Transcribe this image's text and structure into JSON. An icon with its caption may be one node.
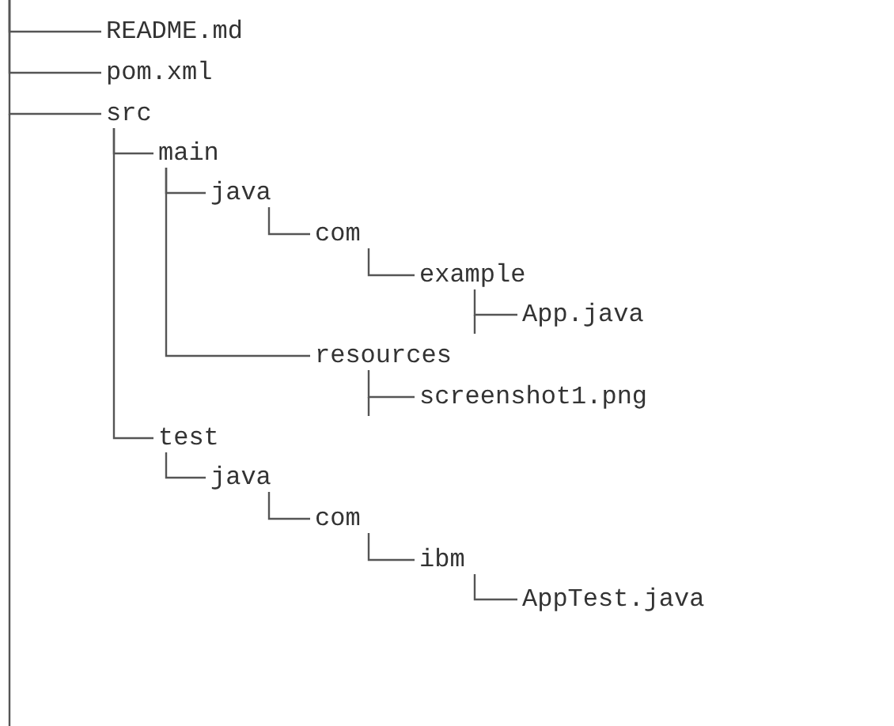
{
  "diagram": {
    "nodes": [
      {
        "text": [
          "README.md"
        ]
      },
      {
        "text": [
          "pom.xml"
        ]
      },
      {
        "text": [
          "src"
        ]
      },
      {
        "text": [
          "main"
        ]
      },
      {
        "text": [
          "java"
        ]
      },
      {
        "text": [
          "com"
        ]
      },
      {
        "text": [
          "example"
        ]
      },
      {
        "text": [
          "App.java"
        ]
      },
      {
        "text": [
          "resources"
        ]
      },
      {
        "text": [
          "screenshot1.png"
        ]
      },
      {
        "text": [
          "test"
        ]
      },
      {
        "text": [
          "java"
        ]
      },
      {
        "text": [
          "com"
        ]
      },
      {
        "text": [
          "ibm"
        ]
      },
      {
        "text": [
          "AppTest.java"
        ]
      }
    ],
    "edges": [
      {
        "from": null,
        "to": 0,
        "arrow": "none"
      },
      {
        "from": null,
        "to": 1,
        "arrow": "none"
      },
      {
        "from": null,
        "to": 2,
        "arrow": "none"
      },
      {
        "from": 2,
        "to": 3,
        "arrow": "none"
      },
      {
        "from": 3,
        "to": 4,
        "arrow": "none"
      },
      {
        "from": 4,
        "to": 5,
        "arrow": "none"
      },
      {
        "from": 5,
        "to": 6,
        "arrow": "none"
      },
      {
        "from": 6,
        "to": 7,
        "arrow": "none"
      },
      {
        "from": 3,
        "to": 8,
        "arrow": "none"
      },
      {
        "from": 8,
        "to": 9,
        "arrow": "none"
      },
      {
        "from": 2,
        "to": 10,
        "arrow": "none"
      },
      {
        "from": 10,
        "to": 11,
        "arrow": "none"
      },
      {
        "from": 11,
        "to": 12,
        "arrow": "none"
      },
      {
        "from": 12,
        "to": 13,
        "arrow": "none"
      },
      {
        "from": 13,
        "to": 14,
        "arrow": "none"
      }
    ]
  }
}
